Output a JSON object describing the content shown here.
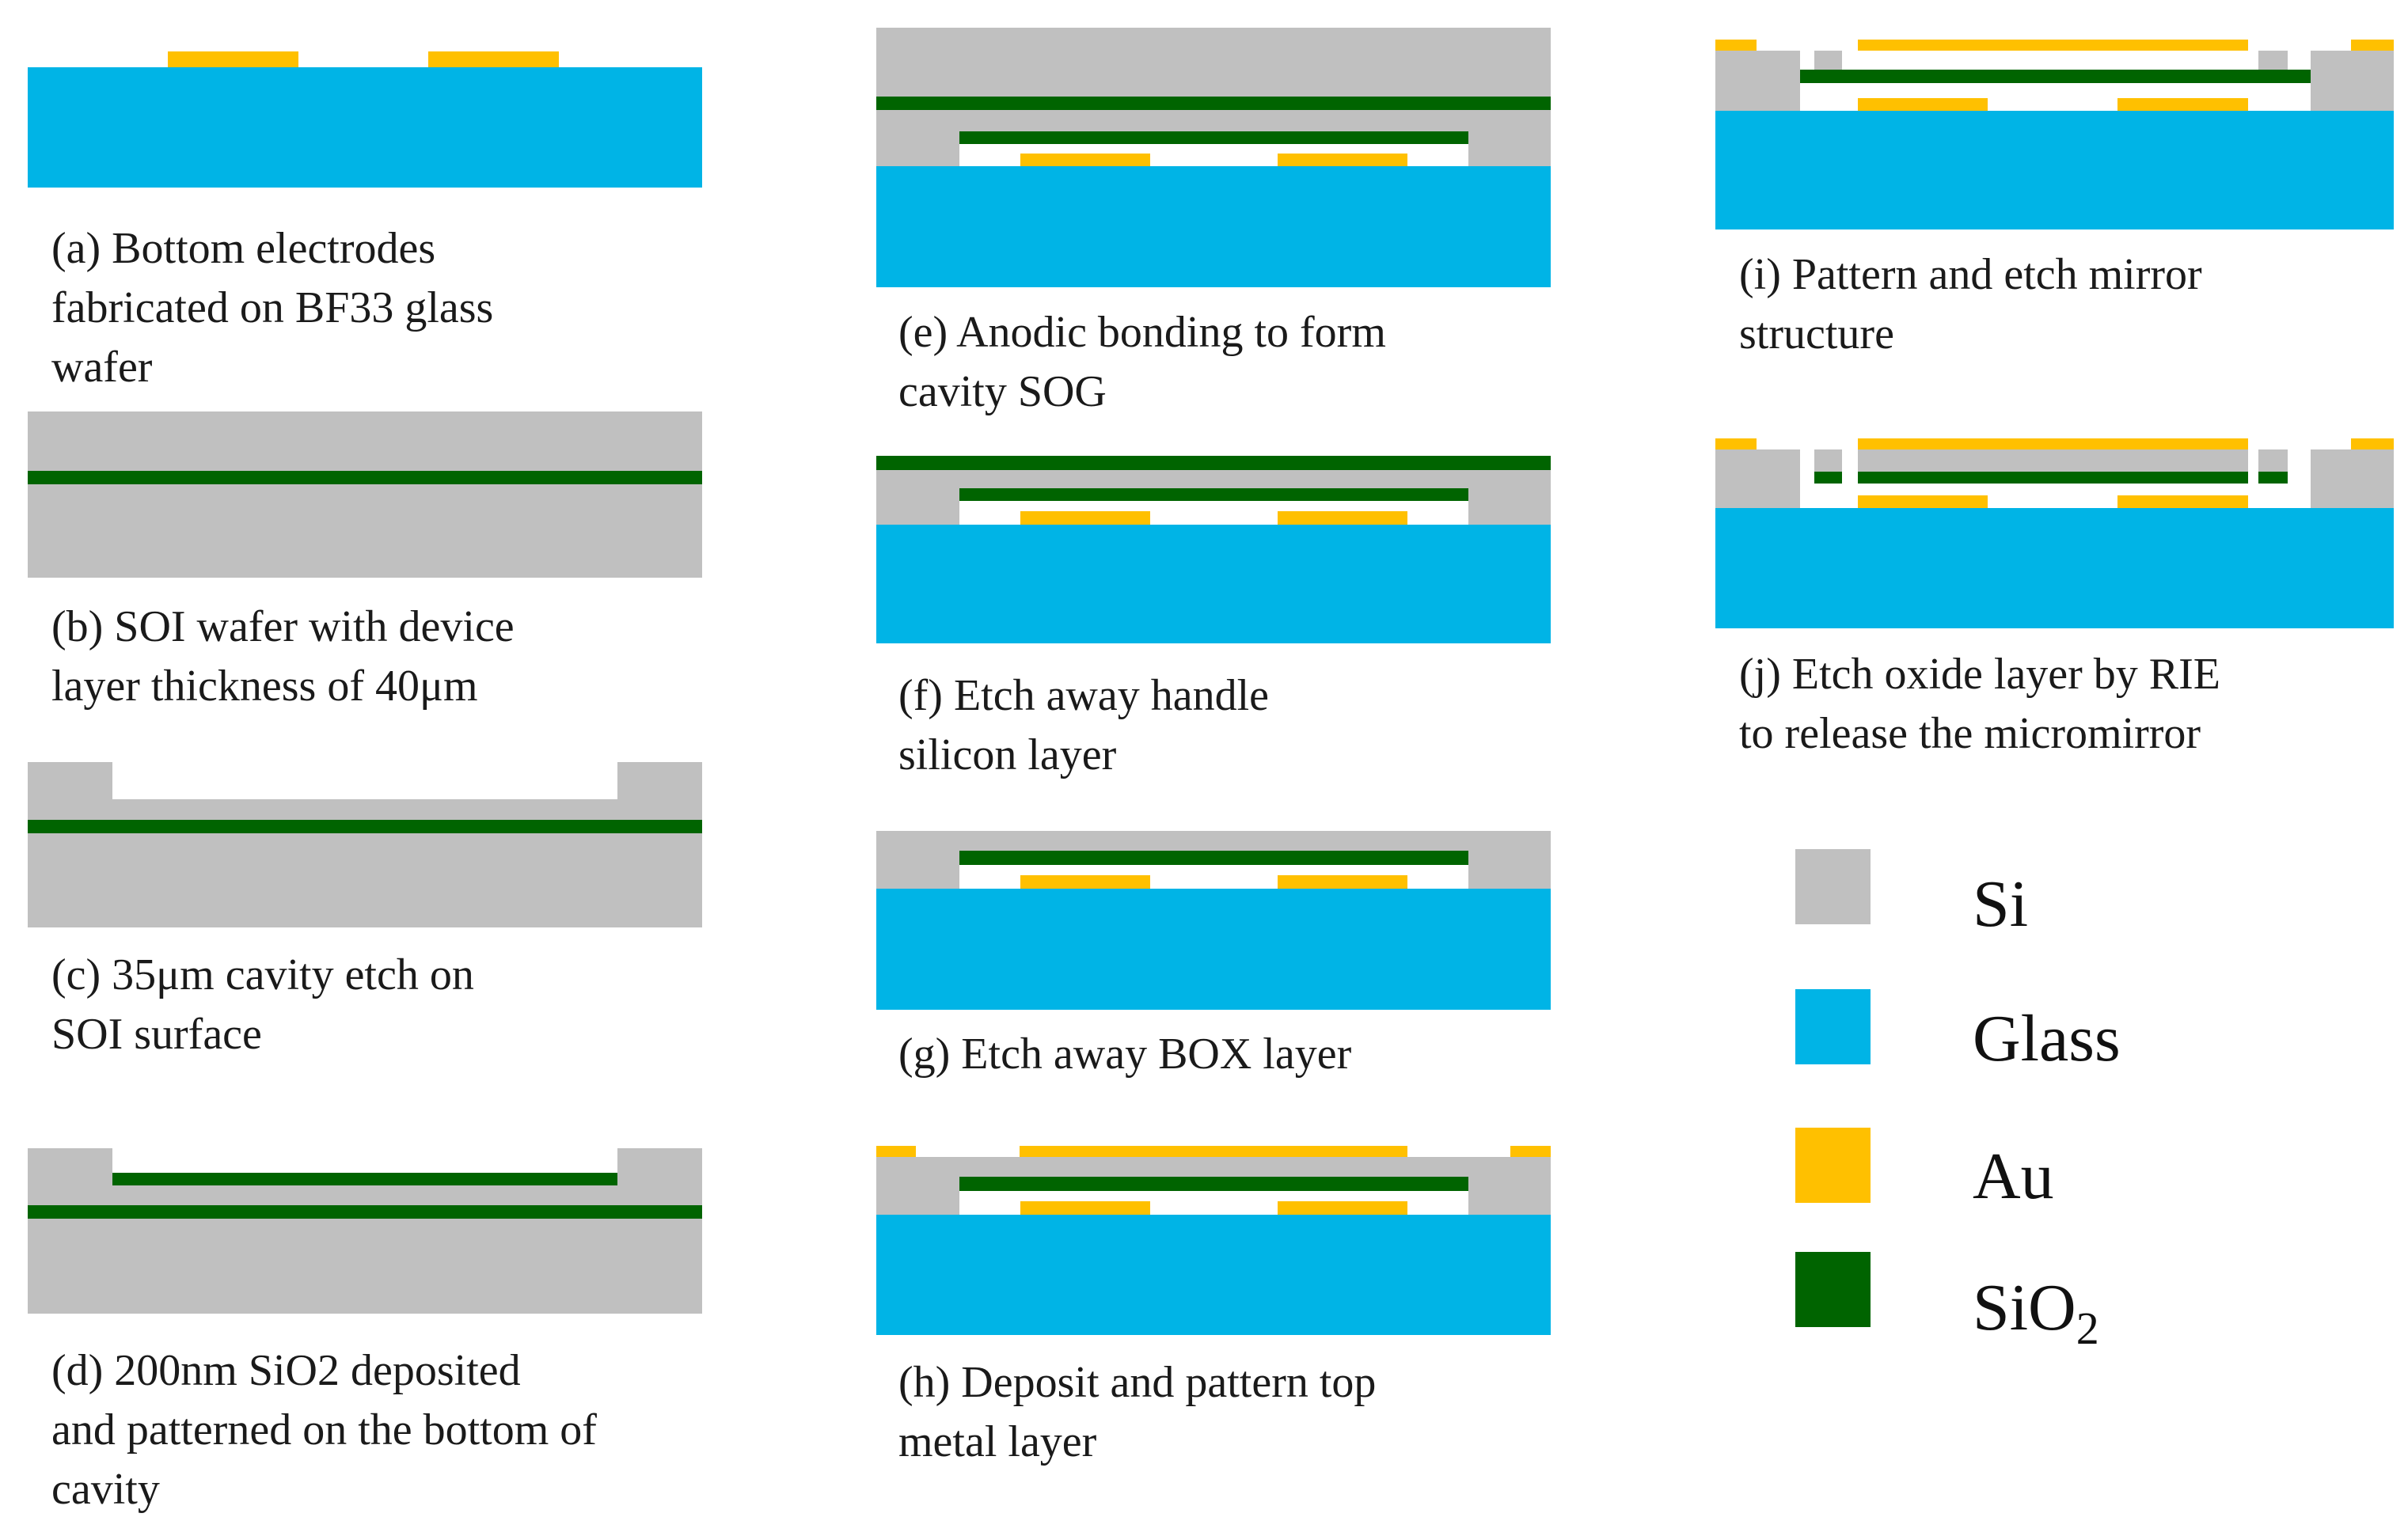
{
  "colors": {
    "si": "#c0c0c0",
    "glass": "#00b4e6",
    "au": "#ffc000",
    "sio2": "#006400"
  },
  "steps": [
    {
      "id": "a",
      "caption": "(a)  Bottom electrodes\nfabricated on BF33 glass\nwafer"
    },
    {
      "id": "b",
      "caption": "(b)  SOI wafer with device\nlayer thickness of 40μm"
    },
    {
      "id": "c",
      "caption": "(c)  35μm cavity etch on\nSOI surface"
    },
    {
      "id": "d",
      "caption": "(d)  200nm SiO2 deposited\nand patterned on the bottom of\ncavity"
    },
    {
      "id": "e",
      "caption": "(e)  Anodic bonding to form\ncavity SOG"
    },
    {
      "id": "f",
      "caption": "(f)  Etch away handle\nsilicon layer"
    },
    {
      "id": "g",
      "caption": "(g)  Etch away BOX layer"
    },
    {
      "id": "h",
      "caption": "(h)  Deposit and pattern top\nmetal layer"
    },
    {
      "id": "i",
      "caption": "(i)  Pattern and etch mirror\nstructure"
    },
    {
      "id": "j",
      "caption": "(j)  Etch oxide layer by RIE\nto release the micromirror"
    }
  ],
  "legend": [
    {
      "material": "si",
      "label": "Si"
    },
    {
      "material": "glass",
      "label": "Glass"
    },
    {
      "material": "au",
      "label": "Au"
    },
    {
      "material": "sio2",
      "label": "SiO",
      "subscript": "2"
    }
  ]
}
